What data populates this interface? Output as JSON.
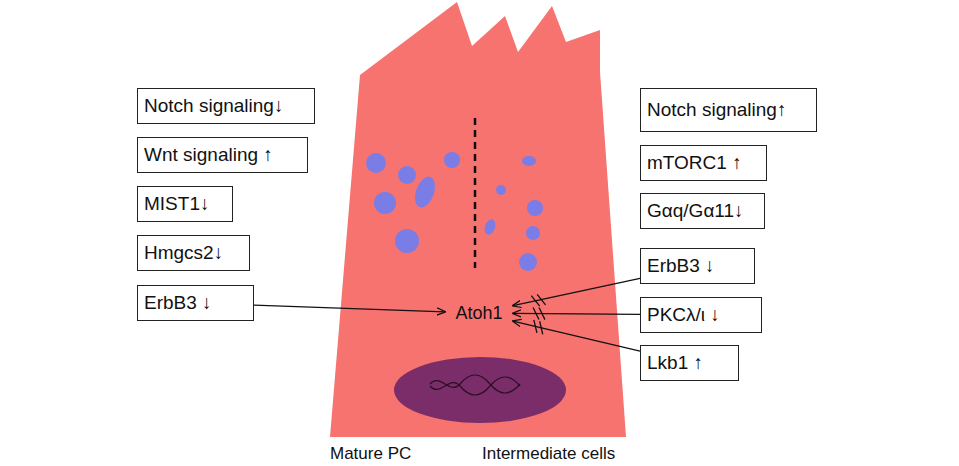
{
  "diagram": {
    "nodes": [
      {
        "text": [
          "Notch signaling↓"
        ]
      },
      {
        "text": [
          "Wnt signaling ↑"
        ]
      },
      {
        "text": [
          "MIST1↓"
        ]
      },
      {
        "text": [
          "Hmgcs2↓"
        ]
      },
      {
        "text": [
          "ErbB3 ↓"
        ]
      },
      {
        "text": [
          "Atoh1"
        ]
      },
      {
        "text": [
          "Notch signaling↑"
        ]
      },
      {
        "text": [
          "mTORC1 ↑"
        ]
      },
      {
        "text": [
          "Gαq/Gα11↓"
        ]
      },
      {
        "text": [
          "ErbB3 ↓"
        ]
      },
      {
        "text": [
          "PKCλ/ι ↓"
        ]
      },
      {
        "text": [
          "Lkb1 ↑"
        ]
      }
    ],
    "edges": [
      {
        "from": 4,
        "to": 5,
        "arrow": "to"
      },
      {
        "from": 9,
        "to": 5,
        "arrow": "to"
      },
      {
        "from": 10,
        "to": 5,
        "arrow": "to"
      },
      {
        "from": 11,
        "to": 5,
        "arrow": "to"
      }
    ],
    "labels": [
      "Mature PC",
      "Intermediate cells"
    ]
  }
}
